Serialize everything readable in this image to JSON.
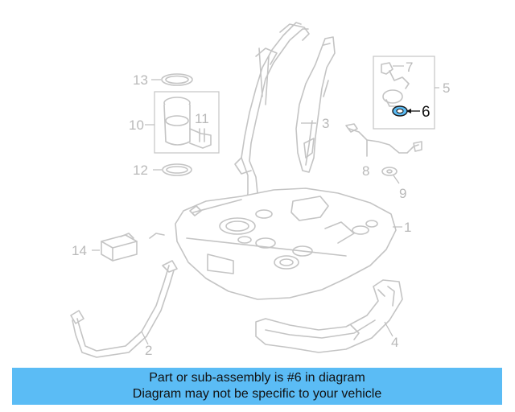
{
  "diagram": {
    "callouts": {
      "c1": "1",
      "c2": "2",
      "c3": "3",
      "c4": "4",
      "c5": "5",
      "c6": "6",
      "c7": "7",
      "c8": "8",
      "c9": "9",
      "c10": "10",
      "c11": "11",
      "c12": "12",
      "c13": "13",
      "c14": "14"
    },
    "highlighted_part": "6",
    "colors": {
      "highlight": "#5bbcf5",
      "linework": "#c4c4c4",
      "label": "#b9b9b9"
    }
  },
  "banner": {
    "line1": "Part or sub-assembly is #6 in diagram",
    "line2": "Diagram may not be specific to your vehicle"
  }
}
